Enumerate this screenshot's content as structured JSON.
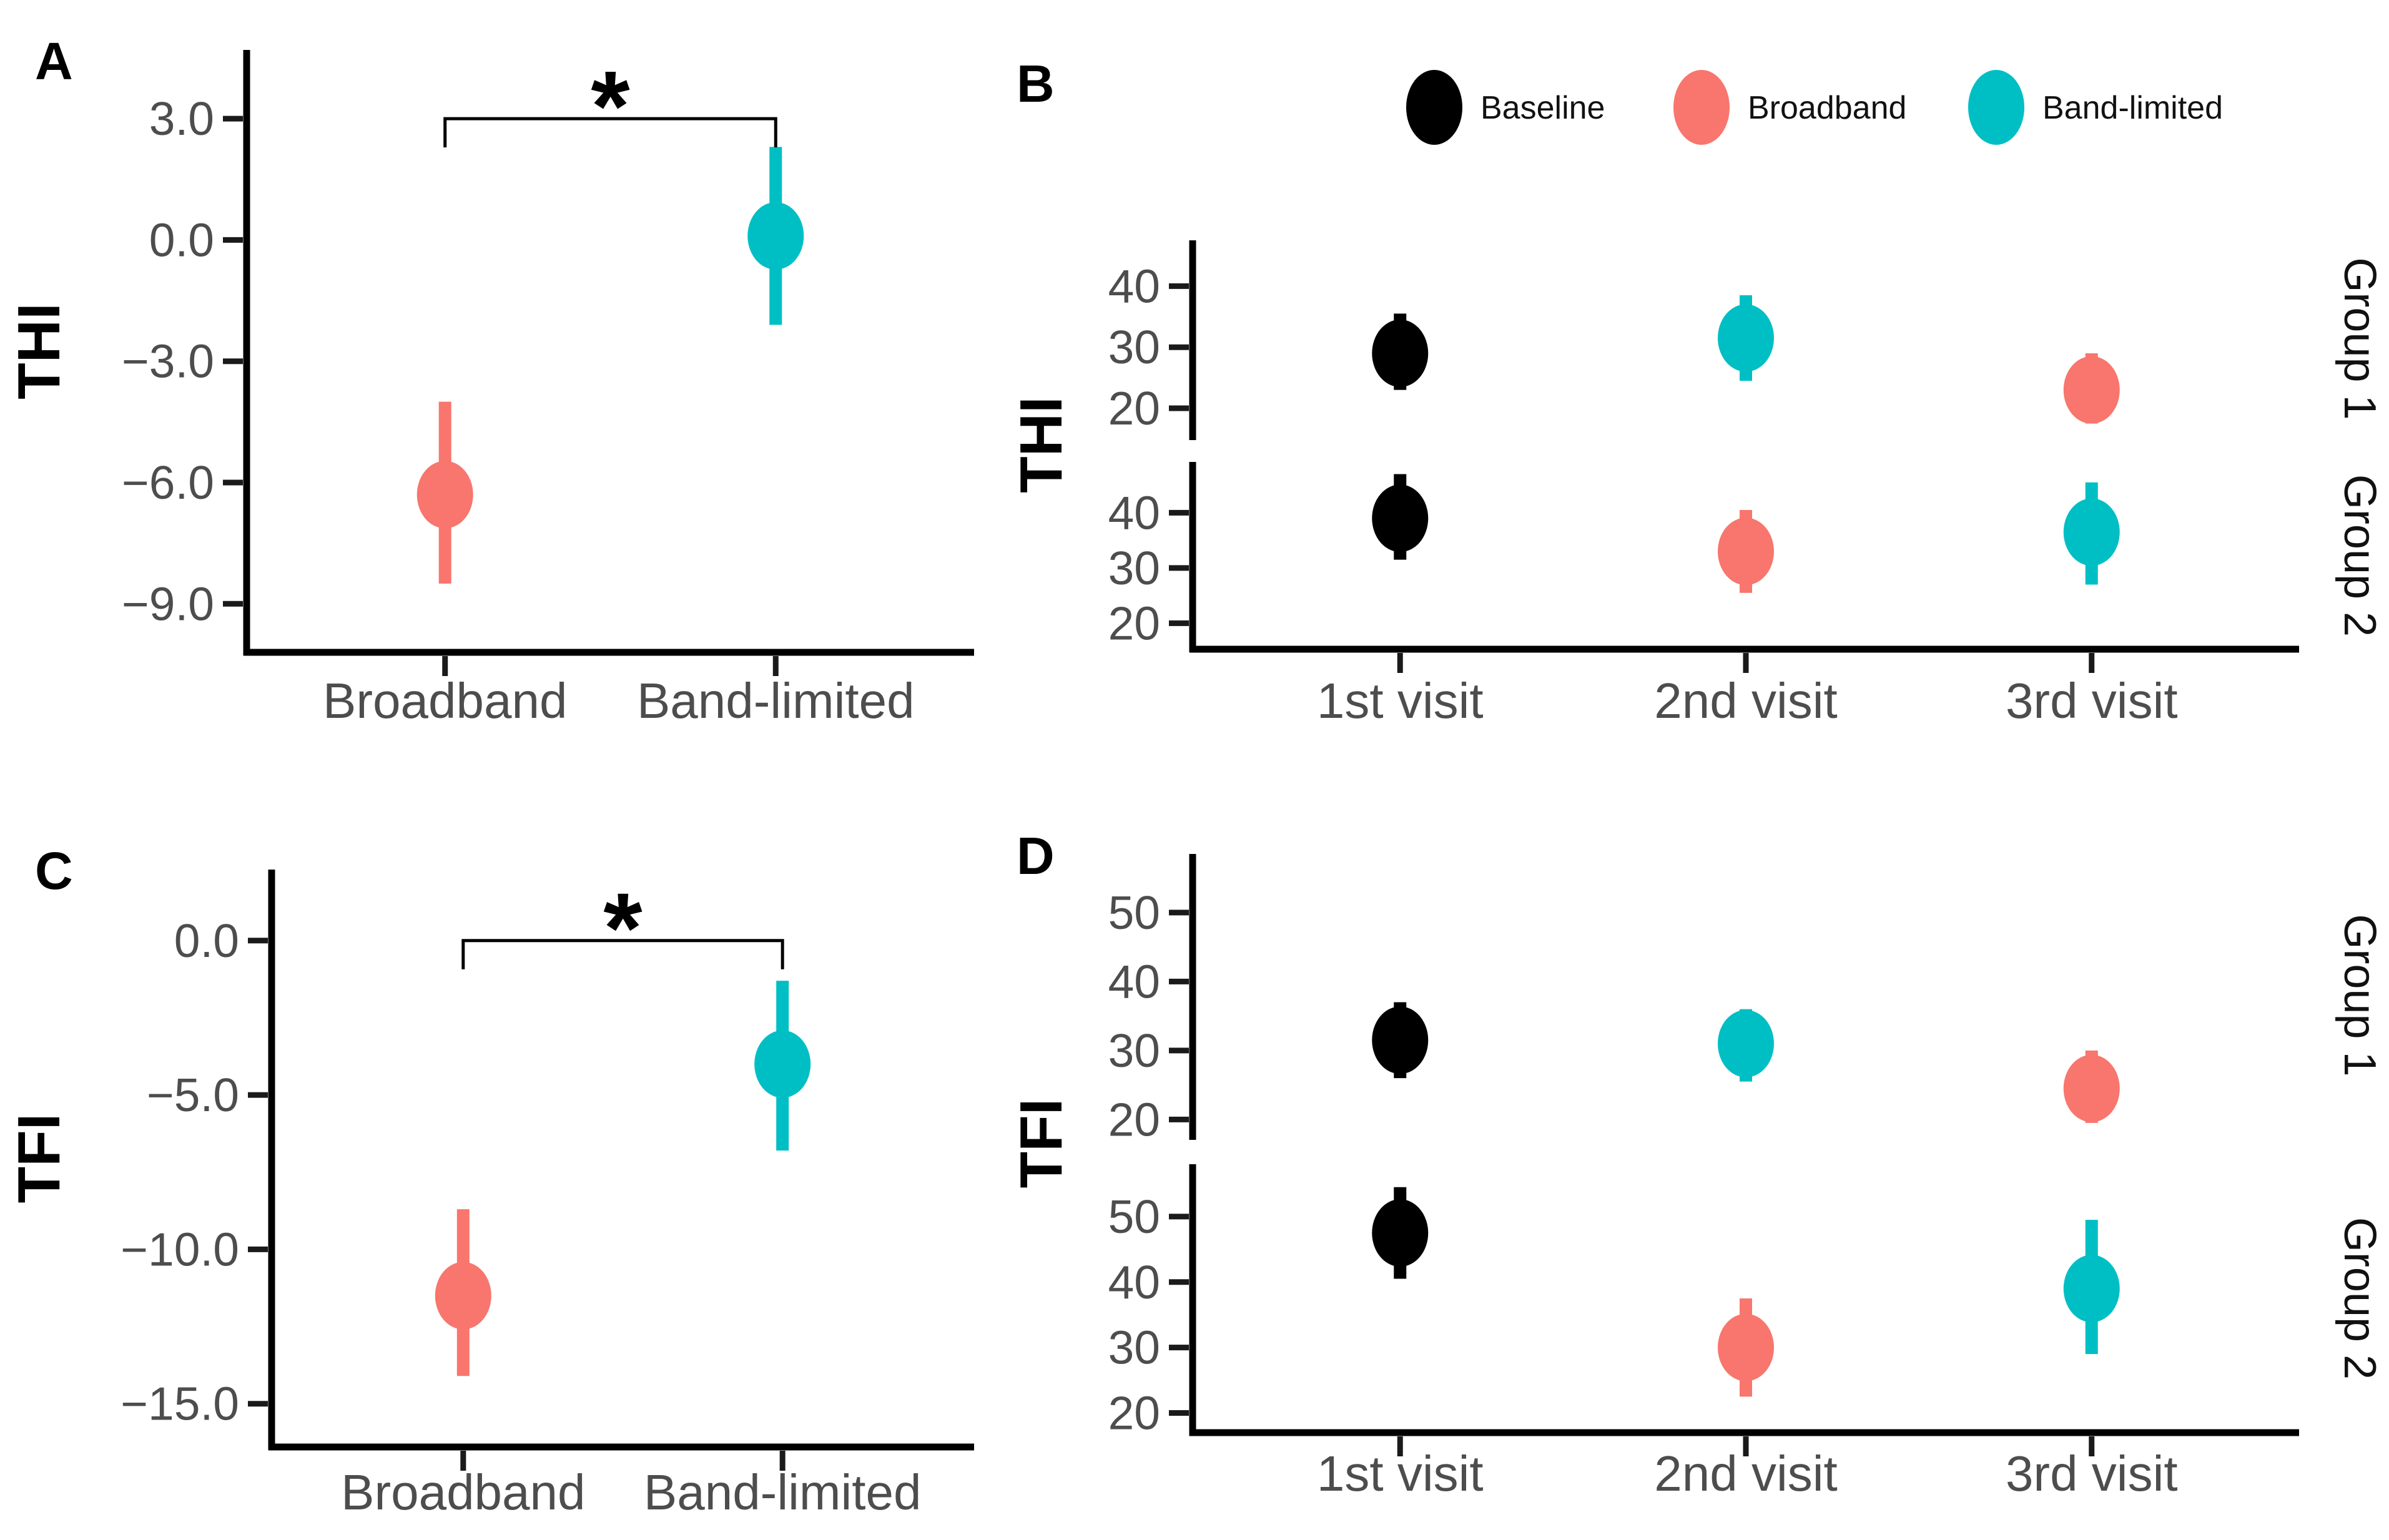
{
  "colors": {
    "Baseline": "#000000",
    "Broadband": "#F8766D",
    "Band-limited": "#00BFC4",
    "axis_line": "#000000",
    "tick_text": "#4d4d4d"
  },
  "chart_data": [
    {
      "panel": "A",
      "letter": "A",
      "type": "pointrange",
      "ylabel": "THI",
      "x_categories": [
        "Broadband",
        "Band-limited"
      ],
      "y_ticks": [
        {
          "value": 3.0,
          "label": "3.0"
        },
        {
          "value": 0.0,
          "label": "0.0"
        },
        {
          "value": -3.0,
          "label": "−3.0"
        },
        {
          "value": -6.0,
          "label": "−6.0"
        },
        {
          "value": -9.0,
          "label": "−9.0"
        }
      ],
      "ylim": [
        -10.2,
        4.7
      ],
      "points": [
        {
          "x": "Broadband",
          "series": "Broadband",
          "mean": -6.3,
          "low": -8.5,
          "high": -4.0
        },
        {
          "x": "Band-limited",
          "series": "Band-limited",
          "mean": 0.1,
          "low": -2.1,
          "high": 2.3
        }
      ],
      "significance": {
        "label": "*",
        "bracket_y": 3.0,
        "from": "Broadband",
        "to": "Band-limited"
      }
    },
    {
      "panel": "B",
      "letter": "B",
      "type": "pointrange",
      "ylabel": "THI",
      "legend": [
        {
          "label": "Baseline",
          "series": "Baseline"
        },
        {
          "label": "Broadband",
          "series": "Broadband"
        },
        {
          "label": "Band-limited",
          "series": "Band-limited"
        }
      ],
      "x_categories": [
        "1st visit",
        "2nd visit",
        "3rd visit"
      ],
      "facets": [
        {
          "label": "Group 1",
          "ylim": [
            15.3,
            47.5
          ],
          "y_ticks": [
            {
              "value": 40,
              "label": "40"
            },
            {
              "value": 30,
              "label": "30"
            },
            {
              "value": 20,
              "label": "20"
            }
          ],
          "points": [
            {
              "x": "1st visit",
              "series": "Baseline",
              "mean": 29,
              "low": 23,
              "high": 35.5
            },
            {
              "x": "2nd visit",
              "series": "Band-limited",
              "mean": 31.5,
              "low": 24.5,
              "high": 38.5
            },
            {
              "x": "3rd visit",
              "series": "Broadband",
              "mean": 23,
              "low": 17.5,
              "high": 29
            }
          ]
        },
        {
          "label": "Group 2",
          "ylim": [
            15.3,
            49.2
          ],
          "y_ticks": [
            {
              "value": 40,
              "label": "40"
            },
            {
              "value": 30,
              "label": "30"
            },
            {
              "value": 20,
              "label": "20"
            }
          ],
          "points": [
            {
              "x": "1st visit",
              "series": "Baseline",
              "mean": 39,
              "low": 31.5,
              "high": 47
            },
            {
              "x": "2nd visit",
              "series": "Broadband",
              "mean": 33,
              "low": 25.5,
              "high": 40.5
            },
            {
              "x": "3rd visit",
              "series": "Band-limited",
              "mean": 36.5,
              "low": 27,
              "high": 45.5
            }
          ]
        }
      ]
    },
    {
      "panel": "C",
      "letter": "C",
      "type": "pointrange",
      "ylabel": "TFI",
      "x_categories": [
        "Broadband",
        "Band-limited"
      ],
      "y_ticks": [
        {
          "value": 0.0,
          "label": "0.0"
        },
        {
          "value": -5.0,
          "label": "−5.0"
        },
        {
          "value": -10.0,
          "label": "−10.0"
        },
        {
          "value": -15.0,
          "label": "−15.0"
        }
      ],
      "ylim": [
        -16.4,
        2.3
      ],
      "points": [
        {
          "x": "Broadband",
          "series": "Broadband",
          "mean": -11.5,
          "low": -14.1,
          "high": -8.7
        },
        {
          "x": "Band-limited",
          "series": "Band-limited",
          "mean": -4.0,
          "low": -6.8,
          "high": -1.3
        }
      ],
      "significance": {
        "label": "*",
        "bracket_y": 0.0,
        "from": "Broadband",
        "to": "Band-limited"
      }
    },
    {
      "panel": "D",
      "letter": "D",
      "type": "pointrange",
      "ylabel": "TFI",
      "x_categories": [
        "1st visit",
        "2nd visit",
        "3rd visit"
      ],
      "facets": [
        {
          "label": "Group 1",
          "ylim": [
            17.5,
            58.5
          ],
          "y_ticks": [
            {
              "value": 50,
              "label": "50"
            },
            {
              "value": 40,
              "label": "40"
            },
            {
              "value": 30,
              "label": "30"
            },
            {
              "value": 20,
              "label": "20"
            }
          ],
          "points": [
            {
              "x": "1st visit",
              "series": "Baseline",
              "mean": 31.5,
              "low": 26,
              "high": 37
            },
            {
              "x": "2nd visit",
              "series": "Band-limited",
              "mean": 31,
              "low": 25.5,
              "high": 36
            },
            {
              "x": "3rd visit",
              "series": "Broadband",
              "mean": 24.5,
              "low": 19.5,
              "high": 30
            }
          ]
        },
        {
          "label": "Group 2",
          "ylim": [
            17,
            58
          ],
          "y_ticks": [
            {
              "value": 50,
              "label": "50"
            },
            {
              "value": 40,
              "label": "40"
            },
            {
              "value": 30,
              "label": "30"
            },
            {
              "value": 20,
              "label": "20"
            }
          ],
          "points": [
            {
              "x": "1st visit",
              "series": "Baseline",
              "mean": 47.5,
              "low": 40.5,
              "high": 54.5
            },
            {
              "x": "2nd visit",
              "series": "Broadband",
              "mean": 30,
              "low": 22.5,
              "high": 37.5
            },
            {
              "x": "3rd visit",
              "series": "Band-limited",
              "mean": 39,
              "low": 29,
              "high": 49.5
            }
          ]
        }
      ]
    }
  ]
}
